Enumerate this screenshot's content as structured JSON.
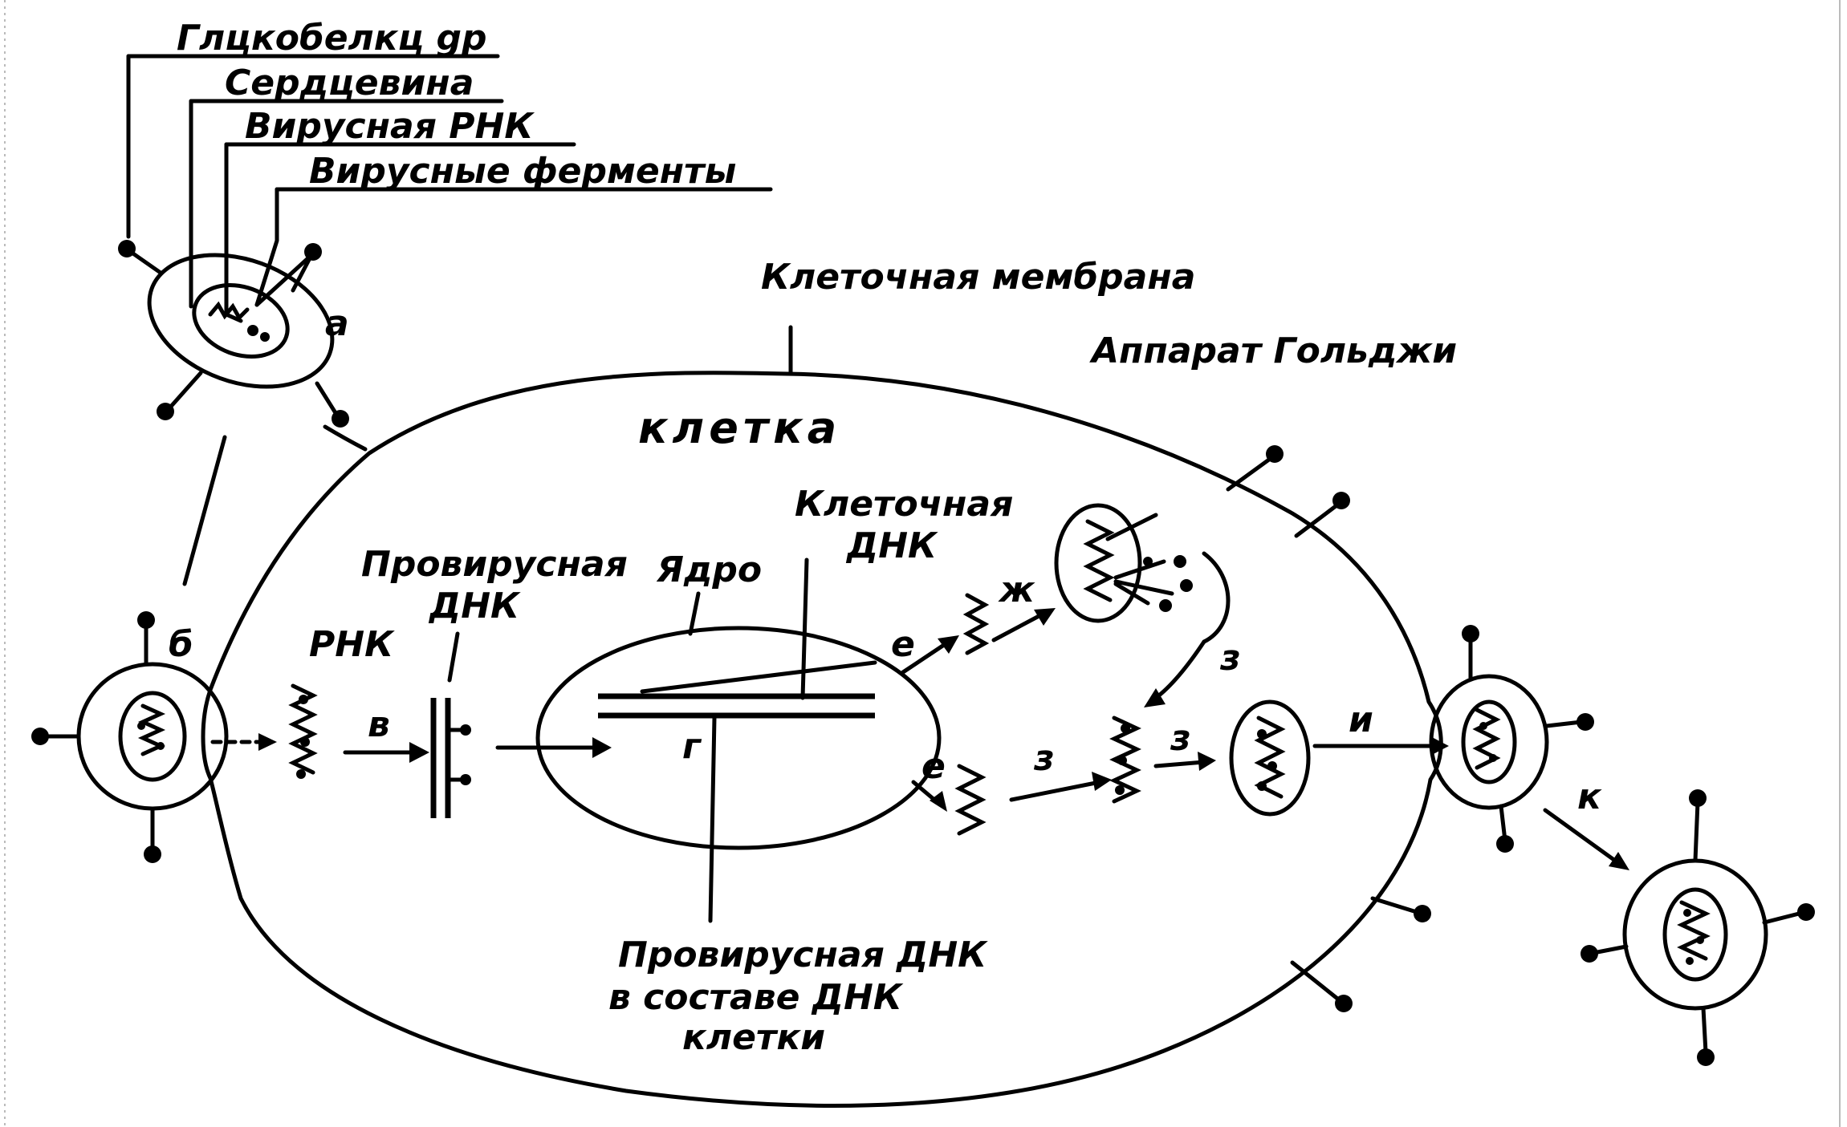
{
  "labels": {
    "glycoproteins": "Глцкобелкц gp",
    "core": "Сердцевина",
    "viral_rna": "Вирусная РНК",
    "viral_enzymes": "Вирусные ферменты",
    "cell_membrane": "Клеточная мембрана",
    "golgi": "Аппарат Гольджи",
    "cell": "клетка",
    "cellular_dna_1": "Клеточная",
    "cellular_dna_2": "ДНК",
    "proviral_dna_1": "Провирусная",
    "proviral_dna_2": "ДНК",
    "nucleus": "Ядро",
    "rna": "РНК",
    "integrated_1": "Провирусная ДНК",
    "integrated_2": "в составе ДНК",
    "integrated_3": "клетки"
  },
  "stage_letters": {
    "a": "а",
    "b": "б",
    "v": "в",
    "g": "г",
    "e1": "е",
    "e2": "е",
    "zh": "ж",
    "z1": "з",
    "z2": "з",
    "z3": "з",
    "i": "и",
    "k": "к"
  }
}
